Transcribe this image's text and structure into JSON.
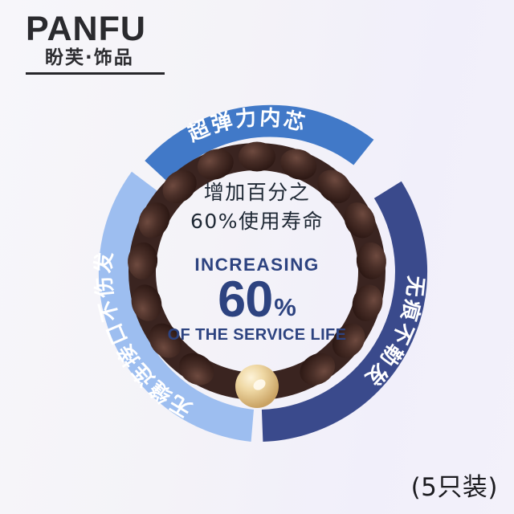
{
  "brand": {
    "latin": "PANFU",
    "chinese": "盼芙·饰品"
  },
  "ring": {
    "segments": [
      {
        "id": "top",
        "label": "超弹力内芯",
        "color": "#4179c8"
      },
      {
        "id": "right",
        "label": "无痕不勒发",
        "color": "#3a4a8c"
      },
      {
        "id": "left",
        "label": "无缝连接口不伤发",
        "color": "#9dbef0"
      }
    ]
  },
  "center": {
    "cn_line_1": "增加百分之",
    "cn_line_2": "60%使用寿命",
    "en_head": "INCREASING",
    "en_big": "60",
    "en_percent": "%",
    "en_foot": "OF THE SERVICE LIFE",
    "accent_color": "#2d4380"
  },
  "product": {
    "band_color": "#3a2420",
    "bead_color": "#e8cf9a",
    "bead_name": "gold-pearl-bead"
  },
  "pack": {
    "badge": "(5只装)"
  },
  "background": {
    "color": "#f4f3f8"
  }
}
